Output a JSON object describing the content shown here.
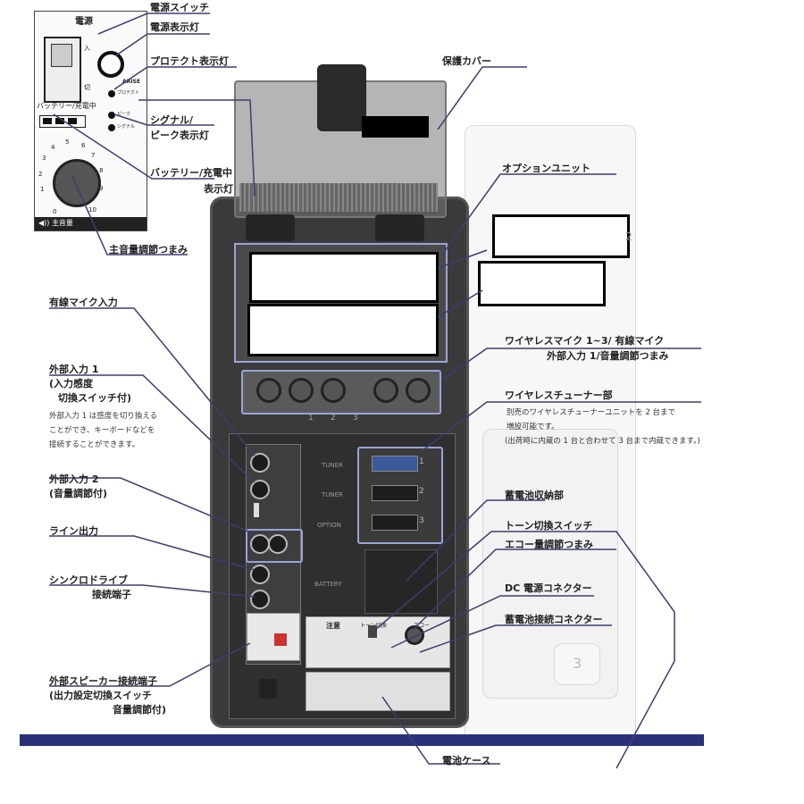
{
  "panel": {
    "title": "電源",
    "switch_on": "入",
    "switch_off": "切",
    "brand": "ARISE",
    "protect": "プロテクト",
    "peak": "ピーク",
    "signal": "シグナル",
    "battery": "バッテリー/充電中",
    "volume_label": "◀)) 主音量",
    "dial_numbers": [
      "0",
      "1",
      "2",
      "3",
      "4",
      "5",
      "6",
      "7",
      "8",
      "9",
      "10"
    ]
  },
  "callouts_top": {
    "power_switch": "電源スイッチ",
    "power_lamp": "電源表示灯",
    "protect_lamp": "プロテクト表示灯",
    "signal_lamp_1": "シグナル/",
    "signal_lamp_2": "ピーク表示灯",
    "battery_lamp_1": "バッテリー/充電中",
    "battery_lamp_2": "表示灯",
    "main_volume": "主音量調節つまみ"
  },
  "callouts_right": {
    "cover": "保護カバー",
    "option_unit": "オプションユニット",
    "wireless_1": "ワイヤレスマイク 1~3/ 有線マイク",
    "wireless_2": "外部入力 1/音量調節つまみ",
    "tuner": "ワイヤレスチューナー部",
    "tuner_note_1": "別売のワイヤレスチューナーユニットを 2 台まで",
    "tuner_note_2": "増設可能です。",
    "tuner_note_3": "(出荷時に内蔵の 1 台と合わせて 3 台まで内蔵できます。)",
    "battery_bay": "蓄電池収納部",
    "tone": "トーン切換スイッチ",
    "echo": "エコー量調節つまみ",
    "dc": "DC 電源コネクター",
    "battery_conn": "蓄電池接続コネクター",
    "battery_case": "電池ケース",
    "partial_digit": "2"
  },
  "callouts_left": {
    "wired_mic": "有線マイク入力",
    "ext1_1": "外部入力 1",
    "ext1_2": "(入力感度",
    "ext1_3": "切換スイッチ付)",
    "ext1_note_1": "外部入力 1 は感度を切り換える",
    "ext1_note_2": "ことができ、キーボードなどを",
    "ext1_note_3": "接続することができます。",
    "ext2_1": "外部入力 2",
    "ext2_2": "(音量調節付)",
    "line_out": "ライン出力",
    "sync_1": "シンクロドライブ",
    "sync_2": "接続端子",
    "spk_1": "外部スピーカー接続端子",
    "spk_2": "(出力設定切換スイッチ",
    "spk_3": "音量調節付)"
  },
  "device": {
    "tuner_labels": [
      "TUNER",
      "TUNER",
      "OPTION"
    ],
    "tuner_numbers": [
      "1",
      "2",
      "3"
    ],
    "battery_label_1": "BATTERY",
    "channel_numbers": [
      "1",
      "2",
      "3"
    ],
    "caution": "注意",
    "echo_label": "エコー",
    "tone_label": "トーン切換",
    "ghost_digit": "3"
  },
  "colors": {
    "connector": "#3b3f6e",
    "bar": "#2b3178",
    "highlight": "#9aa4d8"
  }
}
